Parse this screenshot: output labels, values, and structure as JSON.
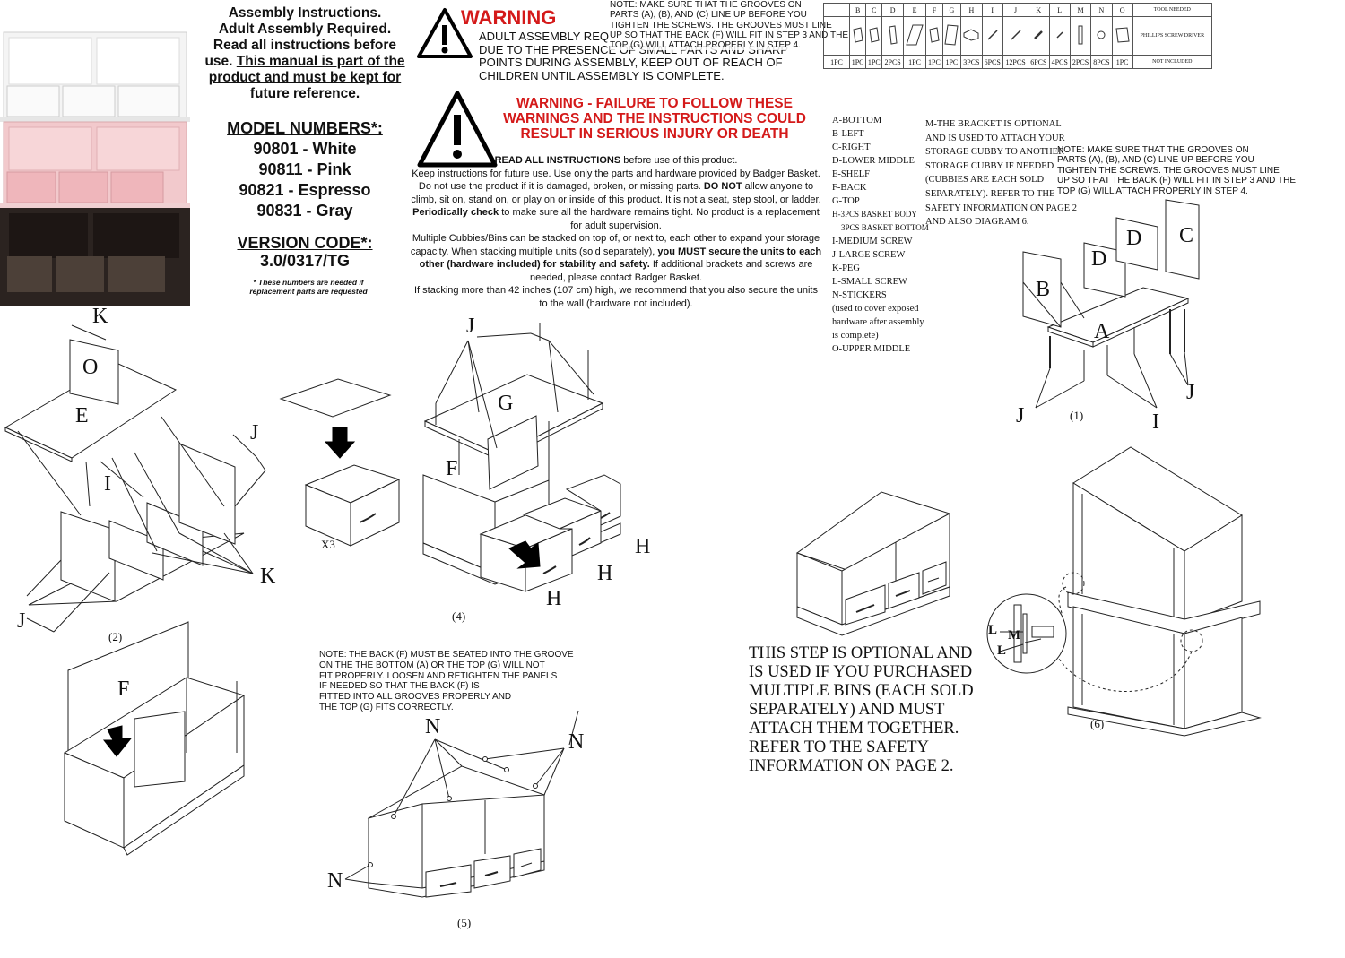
{
  "header": {
    "lines": [
      "Assembly Instructions.",
      "Adult Assembly Required.",
      "Read all instructions before"
    ],
    "use_prefix": "use.",
    "use_underlined": "This manual is part of the",
    "line_keep": "product and must be kept for",
    "line_ref": "future reference.",
    "model_title": "MODEL NUMBERS*:",
    "models": [
      "90801 - White",
      "90811 - Pink",
      "90821 - Espresso",
      "90831 - Gray"
    ],
    "version_title": "VERSION CODE*:",
    "version": "3.0/0317/TG",
    "footnote": "* These numbers are needed if replacement parts are requested"
  },
  "warning1": {
    "title": "WARNING",
    "lines": [
      "ADULT ASSEMBLY REQ",
      "DUE TO THE PRESENCE OF SMALL PARTS AND SHARP",
      "POINTS DURING ASSEMBLY, KEEP OUT OF REACH OF",
      "CHILDREN UNTIL ASSEMBLY IS COMPLETE."
    ]
  },
  "note_top": [
    "NOTE: MAKE SURE THAT THE GROOVES ON",
    "PARTS (A), (B), AND (C) LINE UP BEFORE YOU",
    "TIGHTEN THE SCREWS. THE GROOVES MUST LINE",
    "UP SO THAT THE BACK (F) WILL FIT IN STEP 3 AND THE",
    "TOP (G) WILL ATTACH PROPERLY IN STEP 4."
  ],
  "warning2": {
    "title_lines": [
      "WARNING - FAILURE TO FOLLOW THESE",
      "WARNINGS AND THE INSTRUCTIONS COULD",
      "RESULT IN SERIOUS INJURY OR DEATH"
    ]
  },
  "safety": {
    "read_bold": "READ ALL INSTRUCTIONS",
    "read_rest": " before use of this product.",
    "p1": "Keep instructions for future use. Use only the parts and hardware provided by Badger Basket. Do not use the product if it is damaged, broken, or missing parts.",
    "donot_bold": "DO NOT",
    "p2": " allow anyone to climb, sit on, stand on, or play on or inside of this product. It is not a seat, step stool, or ladder.",
    "periodic_bold": "Periodically check",
    "p3": " to make sure all the hardware remains tight. No product is a replacement for adult supervision.",
    "p4": "Multiple Cubbies/Bins can be stacked on top of, or next to, each other to expand your storage capacity. When stacking multiple units (sold separately),",
    "must_bold": "you MUST secure the units to each other (hardware included) for stability and safety.",
    "p5": " If additional brackets and screws are needed, please contact Badger Basket.",
    "p6": "If stacking more than 42 inches (107 cm) high, we recommend that you also secure the units to the wall (hardware not included)."
  },
  "parts_table": {
    "letters": [
      "B",
      "C",
      "D",
      "E",
      "F",
      "G",
      "H",
      "I",
      "J",
      "K",
      "L",
      "M",
      "N",
      "O",
      "TOOL NEEDED"
    ],
    "qty": [
      "1PC",
      "1PC",
      "1PC",
      "2PCS",
      "1PC",
      "1PC",
      "1PC",
      "3PCS",
      "6PCS",
      "12PCS",
      "6PCS",
      "4PCS",
      "2PCS",
      "8PCS",
      "1PC",
      "NOT INCLUDED"
    ],
    "tool": "PHILLIPS SCREW DRIVER"
  },
  "parts_list": [
    "A-BOTTOM",
    "B-LEFT",
    "C-RIGHT",
    "D-LOWER MIDDLE",
    "E-SHELF",
    "F-BACK",
    "G-TOP",
    "H-3PCS BASKET BODY",
    "3PCS BASKET BOTTOM",
    "I-MEDIUM SCREW",
    "J-LARGE SCREW",
    "K-PEG",
    "L-SMALL SCREW",
    "N-STICKERS",
    "(used to cover exposed",
    "hardware after assembly",
    "is complete)",
    "O-UPPER MIDDLE"
  ],
  "bracket_note": [
    "M-THE BRACKET IS OPTIONAL",
    "AND IS USED TO ATTACH YOUR",
    "STORAGE CUBBY TO ANOTHER",
    "STORAGE CUBBY IF NEEDED",
    "(CUBBIES ARE EACH SOLD",
    "SEPARATELY). REFER TO THE",
    "SAFETY INFORMATION ON PAGE 2",
    "AND ALSO DIAGRAM 6."
  ],
  "note_right": [
    "NOTE: MAKE SURE THAT THE GROOVES ON",
    "PARTS (A), (B), AND (C) LINE UP BEFORE YOU",
    "TIGHTEN THE SCREWS. THE GROOVES MUST LINE",
    "UP SO THAT THE BACK (F) WILL FIT IN STEP 3 AND THE",
    "TOP (G) WILL ATTACH PROPERLY IN STEP 4."
  ],
  "note_back": [
    "NOTE: THE BACK (F) MUST BE SEATED INTO THE GROOVE",
    "ON THE THE BOTTOM (A) OR THE TOP (G) WILL NOT",
    "FIT PROPERLY. LOOSEN AND RETIGHTEN THE PANELS",
    "IF NEEDED SO THAT THE BACK (F) IS",
    "FITTED INTO ALL GROOVES PROPERLY AND",
    "THE TOP (G) FITS CORRECTLY."
  ],
  "optional_step": [
    "THIS STEP IS OPTIONAL AND",
    "IS USED IF YOU PURCHASED",
    "MULTIPLE BINS (EACH SOLD",
    "SEPARATELY) AND MUST",
    "ATTACH THEM TOGETHER.",
    "REFER TO THE SAFETY",
    "INFORMATION ON PAGE 2."
  ],
  "labels": {
    "s1": {
      "B": "B",
      "C": "C",
      "D1": "D",
      "D2": "D",
      "A": "A",
      "J1": "J",
      "J2": "J",
      "I": "I",
      "step": "(1)"
    },
    "s2": {
      "K1": "K",
      "O": "O",
      "E": "E",
      "I": "I",
      "J1": "J",
      "J2": "J",
      "K2": "K",
      "step": "(2)"
    },
    "s3": {
      "F": "F"
    },
    "drawer": {
      "x3": "X3"
    },
    "s4": {
      "J": "J",
      "G": "G",
      "F": "F",
      "H1": "H",
      "H2": "H",
      "H3": "H",
      "step": "(4)"
    },
    "s5": {
      "N1": "N",
      "N2": "N",
      "N3": "N",
      "step": "(5)"
    },
    "s6": {
      "L1": "L",
      "M": "M",
      "L2": "L",
      "step": "(6)"
    }
  }
}
